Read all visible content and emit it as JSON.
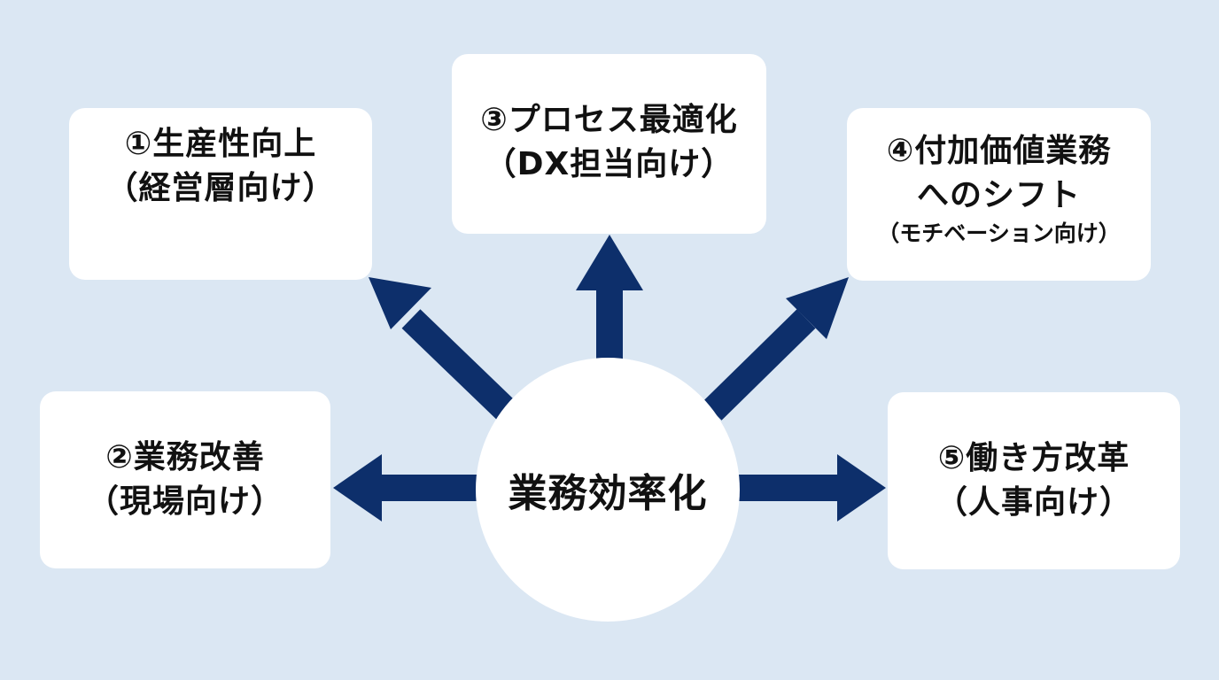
{
  "center": {
    "label": "業務効率化"
  },
  "boxes": [
    {
      "lines": [
        "①生産性向上",
        "（経営層向け）"
      ]
    },
    {
      "lines": [
        "②業務改善",
        "（現場向け）"
      ]
    },
    {
      "lines": [
        "③プロセス最適化",
        "（DX担当向け）"
      ]
    },
    {
      "lines": [
        "④付加価値業務",
        "へのシフト",
        "（モチベーション向け）"
      ]
    },
    {
      "lines": [
        "⑤働き方改革",
        "（人事向け）"
      ]
    }
  ],
  "colors": {
    "background": "#dbe7f3",
    "box": "#ffffff",
    "arrow": "#0d2f6b",
    "text": "#111111"
  }
}
